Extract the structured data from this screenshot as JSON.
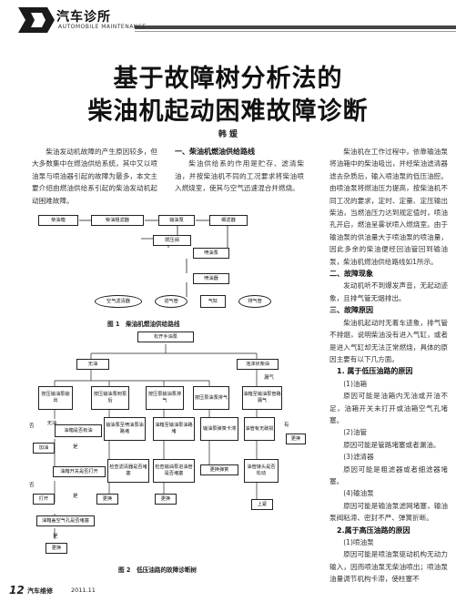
{
  "header": {
    "magazine": "汽车诊所",
    "magazine_en": "AUTOMOBILE MAINTENANCE"
  },
  "article": {
    "title_line1": "基于故障树分析法的",
    "title_line2": "柴油机起动困难故障诊断",
    "author": "韩 媛"
  },
  "col1": {
    "intro": "柴油发动机故障的产生原因较多，但大多数集中在燃油供给系统，其中又以喷油泵与喷油器引起的故障为最多，本文主要介绍由燃油供给系引起的柴油发动机起动困难故障。"
  },
  "col2": {
    "s1_title": "一、柴油机燃油供给路线",
    "s1_text": "柴油供给系的作用是贮存、滤清柴油，并按柴油机不同的工况要求将柴油喷入燃烧室，使其与空气迅速混合并燃烧。"
  },
  "col3": {
    "p1": "柴油机在工作过程中，依靠输油泵将油箱中的柴油吸出，并经柴油滤清器滤去杂质后，输入喷油泵的低压油腔。由喷油泵将燃油压力提高，按柴油机不同工况的要求，定时、定量、定压输出柴油，当燃油压力达到规定值时，喷油孔开启，燃油呈雾状喷入燃烧室。由于输油泵的供油量大于喷油泵的喷油量，因此多余的柴油便经回油管回到输油泵，柴油机燃油供给路线如1所示。",
    "s2_title": "二、故障现象",
    "s2_text": "发动机听不到爆发声音，无起动迹象，且排气管无烟排出。",
    "s3_title": "三、故障原因",
    "s3_text": "柴油机起动时无着车迹象，排气管不排烟，说明柴油没有进入气缸，或者是进入气缸却无法正常燃烧，具体的原因主要有以下几方面。",
    "sub1": "1. 属于低压油路的原因",
    "i1": "(1)油箱",
    "i1t": "原因可能是油箱内无油或开油不足，油箱开关未打开或油箱空气孔堵塞。",
    "i2": "(2)油管",
    "i2t": "原因可能是管路堵塞或者漏油。",
    "i3": "(3)滤清器",
    "i3t": "原因可能是粗滤器或者细滤器堵塞。",
    "i4": "(4)输油泵",
    "i4t": "原因可能是输油泵滤网堵塞，输油泵阀粘滞、密封不严、弹簧折断。",
    "sub2": "2.属于高压油路的原因",
    "j1": "(1)喷油泵",
    "j1t": "原因可能是喷油泵驱动机构无动力输入，因而喷油泵无柴油喷出；喷油泵油量调节机构卡滞，使柱塞不"
  },
  "fig1": {
    "caption": "图 1　柴油机燃油供给路线",
    "nodes": {
      "tank": "柴油箱",
      "coarse": "柴油粗滤器",
      "feed_pump": "输油泵",
      "fine": "细滤器",
      "valve": "限压阀",
      "inj_pump": "喷油泵",
      "injector": "喷油器",
      "air_filter": "空气滤清器",
      "intake": "进气管",
      "cyl": "气缸",
      "exhaust": "排气管"
    }
  },
  "fig2": {
    "caption": "图 2　低压油路的故障诊断树",
    "n_top": "松开手油泵",
    "n_none": "无油",
    "n_bubble": "泡沫状柴油",
    "n_left1": "按压输油泵输出",
    "n_left2": "按压输油泵到泵后",
    "n_mid1": "按压泵输油泵排气",
    "n_mid2": "按压泵油泵排气",
    "n_right": "油箱至输油泵管路漏气",
    "n_leak": "漏气",
    "r_none": "无油",
    "r_q1": "油箱是否有油",
    "r_q2": "输油泵至喷油泵油路堵",
    "r_q3": "油箱至输油泵油路堵",
    "r_q4": "输油泵弹簧卡滞",
    "r_q5": "油管有无破损",
    "r_fill": "加油",
    "r_check1": "油箱开关是否打开",
    "r_check2": "检查滤清器是否堵塞",
    "r_check3": "检查输油泵进油管是否堵塞",
    "r_check4": "更换弹簧",
    "r_check5": "油管接头是否松动",
    "r_open": "打开",
    "r_replace": "更换",
    "r_tighten": "上紧",
    "r_vent": "油箱盖空气孔是否堵塞",
    "yes": "是",
    "no": "否",
    "has": "有"
  },
  "footer": {
    "page": "12",
    "magazine": "汽车维修",
    "date": "2011.11"
  }
}
